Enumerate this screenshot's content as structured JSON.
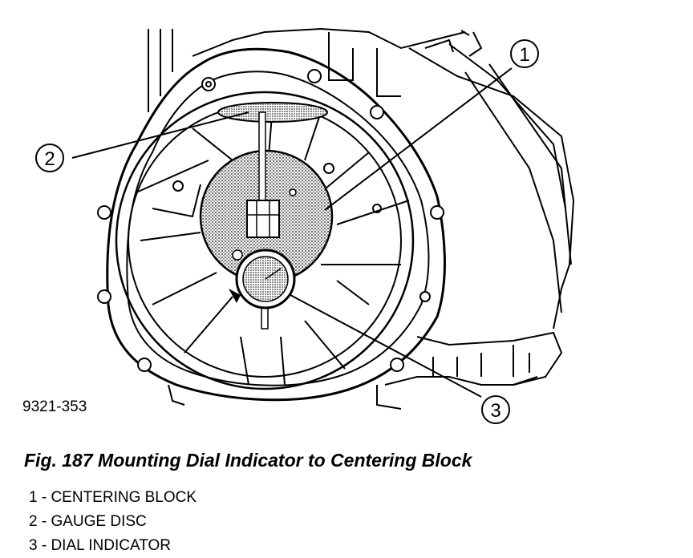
{
  "figure": {
    "drawing_code": "9321-353",
    "callouts": [
      "1",
      "2",
      "3"
    ]
  },
  "caption": "Fig. 187 Mounting Dial Indicator to Centering Block",
  "legend": [
    "1 - CENTERING BLOCK",
    "2 - GAUGE DISC",
    "3 - DIAL INDICATOR"
  ]
}
